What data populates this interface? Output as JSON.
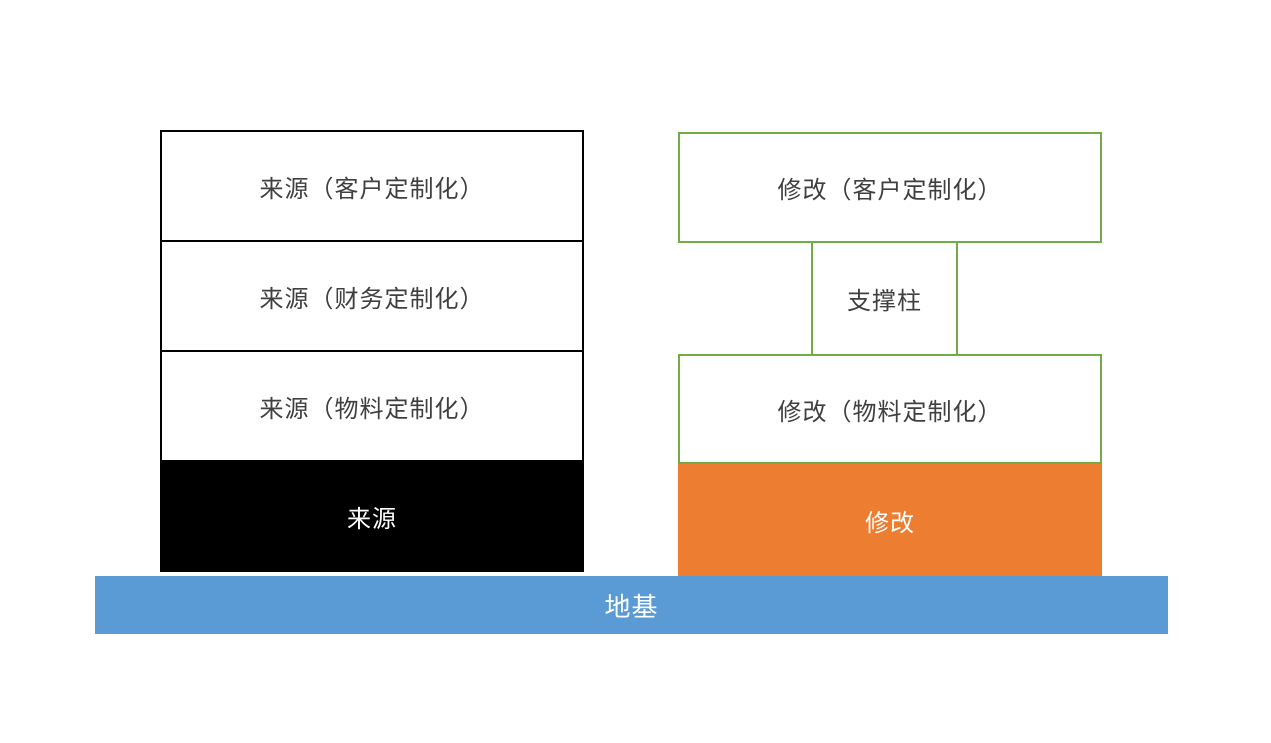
{
  "diagram": {
    "left_stack": {
      "boxes": [
        {
          "label": "来源（客户定制化）"
        },
        {
          "label": "来源（财务定制化）"
        },
        {
          "label": "来源（物料定制化）"
        }
      ],
      "base": {
        "label": "来源"
      }
    },
    "right_stack": {
      "top_box": {
        "label": "修改（客户定制化）"
      },
      "pillar": {
        "label": "支撑柱"
      },
      "mid_box": {
        "label": "修改（物料定制化）"
      },
      "base": {
        "label": "修改"
      }
    },
    "foundation": {
      "label": "地基"
    },
    "colors": {
      "left_border": "#000000",
      "left_base_fill": "#000000",
      "right_border": "#70AD47",
      "right_base_fill": "#ED7D31",
      "foundation_fill": "#5B9BD5",
      "text_dark": "#404040",
      "text_light": "#FFFFFF"
    }
  }
}
